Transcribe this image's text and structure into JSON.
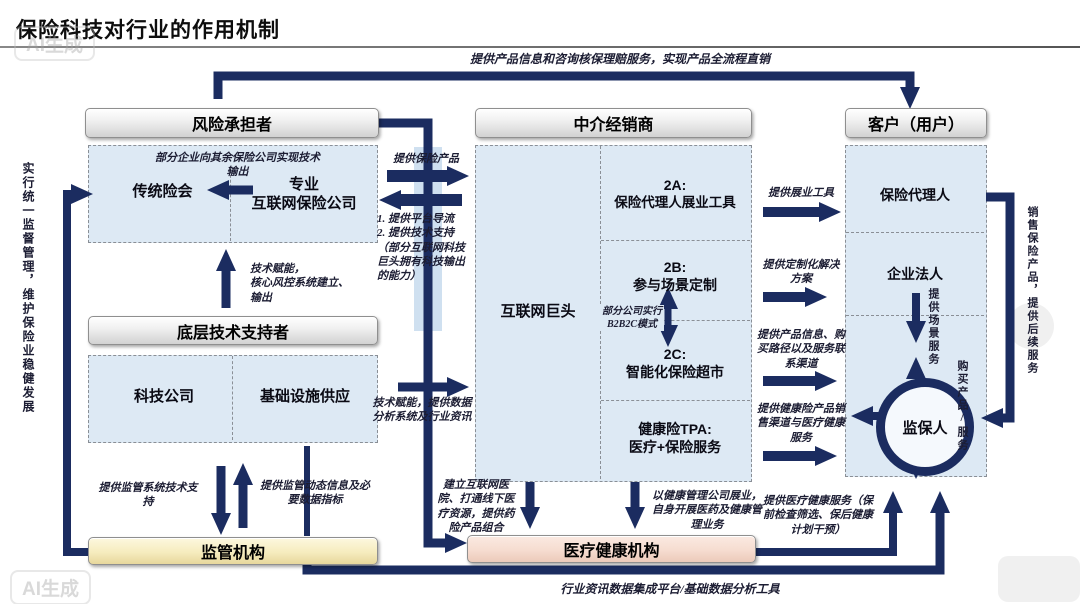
{
  "title": "保险科技对行业的作用机制",
  "watermark": "AI生成",
  "headers": {
    "risk": "风险承担者",
    "intermediary": "中介经销商",
    "customer": "客户（用户）",
    "tech": "底层技术支持者",
    "regulator": "监管机构",
    "medical": "医疗健康机构"
  },
  "nodes": {
    "traditional": "传统险会",
    "professional_line1": "专业",
    "professional_line2": "互联网保险公司",
    "tech_company": "科技公司",
    "infrastructure": "基础设施供应",
    "internet_giant": "互联网巨头",
    "cell_2a_code": "2A:",
    "cell_2a_name": "保险代理人展业工具",
    "cell_2b_code": "2B:",
    "cell_2b_name": "参与场景定制",
    "cell_2c_code": "2C:",
    "cell_2c_name": "智能化保险超市",
    "cell_tpa_code": "健康险TPA:",
    "cell_tpa_name": "医疗+保险服务",
    "agent": "保险代理人",
    "corporate": "企业法人",
    "insured": "监保人"
  },
  "labels": {
    "top_flow": "提供产品信息和咨询核保理赔服务，实现产品全流程直销",
    "risk_note": "部分企业向其余保险公司实现技术输出",
    "provide_insurance_products": "提供保险产品",
    "platform_support": "1. 提供平台导流\n2. 提供技术支持\n（部分互联网科技巨头拥有科技输出的能力）",
    "tech_empower_core": "技术赋能，\n核心风控系统建立、\n输出",
    "tech_empower_data": "技术赋能，提供数据分析系统及行业资讯",
    "reg_tech_support": "提供监管系统技术支持",
    "reg_info": "提供监管动态信息及必要数据指标",
    "unified_supervision": "实行统一监督管理，维护保险业稳健发展",
    "b2b2c": "部分公司实行B2B2C模式",
    "give_tools": "提供展业工具",
    "give_custom": "提供定制化解决方案",
    "give_info": "提供产品信息、购买路径以及服务联系渠道",
    "give_health": "提供健康险产品销售渠道与医疗健康服务",
    "scene_service": "提供场景服务",
    "buy": "购买产品/服务",
    "sell": "销售保险产品，提供后续服务",
    "hospital": "建立互联网医院、打通线下医疗资源，提供药险产品组合",
    "health_mgmt": "以健康管理公司展业，自身开展医药及健康管理业务",
    "med_service": "提供医疗健康服务（保前检查筛选、保后健康计划干预）",
    "bottom_flow": "行业资讯数据集成平台/基础数据分析工具"
  },
  "colors": {
    "arrow": "#1b2c60",
    "box_fill": "#dde9f4",
    "regulator_fill": "#f6ecbe",
    "medical_fill": "#f6dcd0"
  }
}
